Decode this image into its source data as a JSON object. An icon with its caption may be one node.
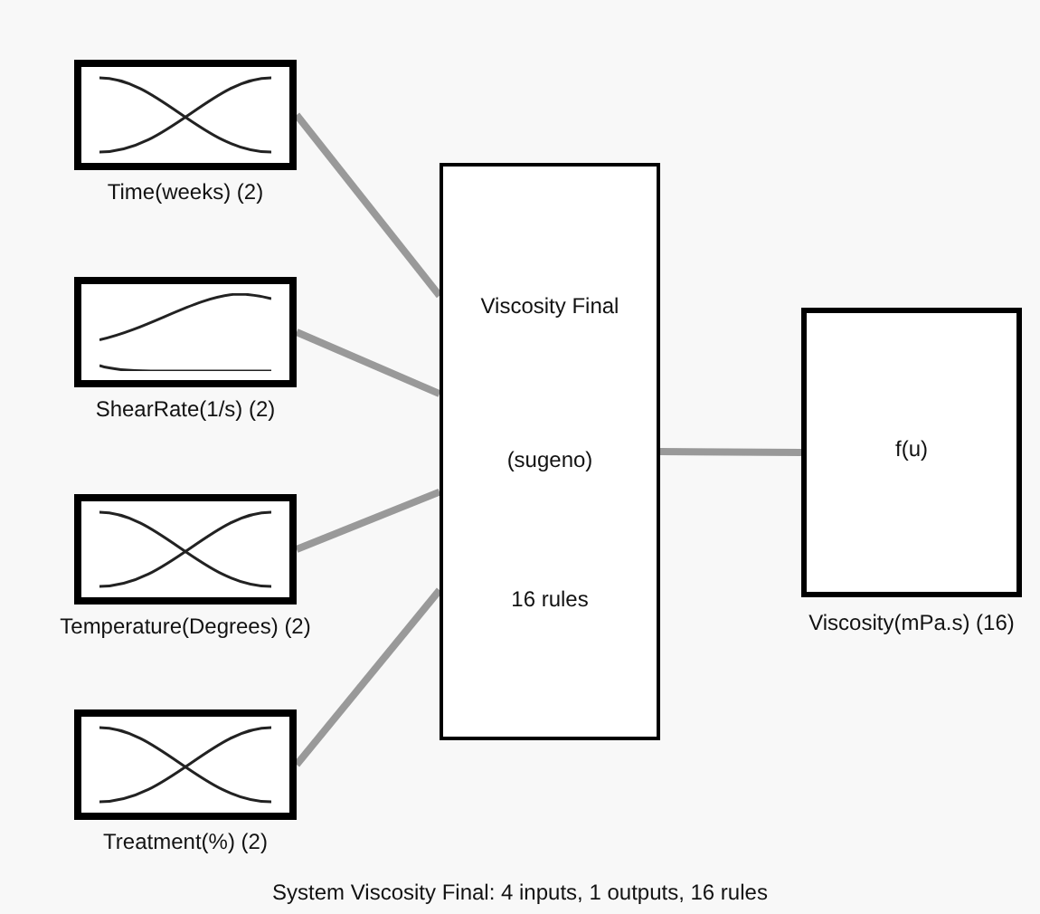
{
  "diagram": {
    "caption": "System Viscosity Final: 4 inputs, 1 outputs, 16 rules",
    "nodes": [
      {
        "text": [
          "Time(weeks) (2)"
        ]
      },
      {
        "text": [
          "ShearRate(1/s) (2)"
        ]
      },
      {
        "text": [
          "Temperature(Degrees) (2)"
        ]
      },
      {
        "text": [
          "Treatment(%) (2)"
        ]
      },
      {
        "text": [
          "Viscosity Final",
          "(sugeno)",
          "16 rules"
        ]
      },
      {
        "text": [
          "f(u)",
          "Viscosity(mPa.s) (16)"
        ]
      }
    ],
    "edges": [
      {
        "from": 0,
        "to": 4,
        "arrow": "none"
      },
      {
        "from": 1,
        "to": 4,
        "arrow": "none"
      },
      {
        "from": 2,
        "to": 4,
        "arrow": "none"
      },
      {
        "from": 3,
        "to": 4,
        "arrow": "none"
      },
      {
        "from": 4,
        "to": 5,
        "arrow": "none"
      }
    ]
  }
}
